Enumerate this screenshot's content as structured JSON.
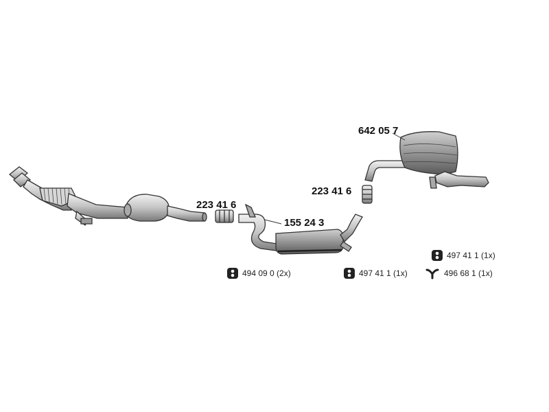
{
  "diagram": {
    "parts": [
      {
        "id": "front_pipe_catalyst",
        "label": ""
      },
      {
        "id": "clamp_1",
        "label": "223 41 6"
      },
      {
        "id": "middle_silencer",
        "label": "155 24 3"
      },
      {
        "id": "clamp_2",
        "label": "223 41 6"
      },
      {
        "id": "rear_silencer",
        "label": "642 05 7"
      }
    ],
    "hardware": [
      {
        "icon": "rubber-mount-icon",
        "text": "494 09 0 (2x)"
      },
      {
        "icon": "rubber-mount-icon",
        "text": "497 41 1 (1x)"
      },
      {
        "icon": "rubber-mount-icon",
        "text": "497 41 1 (1x)"
      },
      {
        "icon": "y-hanger-icon",
        "text": "496 68 1 (1x)"
      }
    ]
  },
  "colors": {
    "line": "#333333",
    "fill_light": "#e8e8e8",
    "fill_mid": "#bdbdbd",
    "fill_dark": "#777777"
  }
}
